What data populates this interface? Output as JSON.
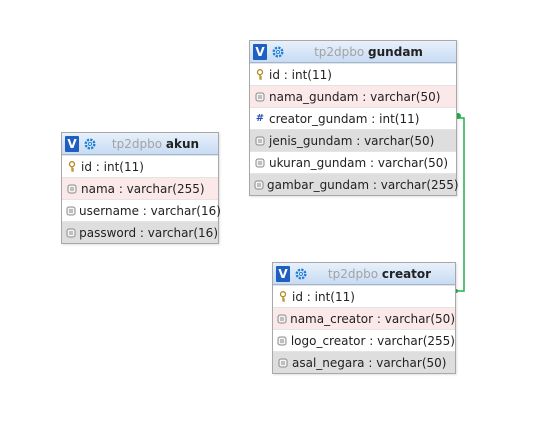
{
  "tables": {
    "gundam": {
      "db": "tp2dpbo",
      "name": "gundam",
      "columns": [
        {
          "label": "id : int(11)",
          "icon": "key-icon"
        },
        {
          "label": "nama_gundam : varchar(50)",
          "icon": "column-icon"
        },
        {
          "label": "creator_gundam : int(11)",
          "icon": "index-hash-icon"
        },
        {
          "label": "jenis_gundam : varchar(50)",
          "icon": "column-icon"
        },
        {
          "label": "ukuran_gundam : varchar(50)",
          "icon": "column-icon"
        },
        {
          "label": "gambar_gundam : varchar(255)",
          "icon": "column-icon"
        }
      ]
    },
    "akun": {
      "db": "tp2dpbo",
      "name": "akun",
      "columns": [
        {
          "label": "id : int(11)",
          "icon": "key-icon"
        },
        {
          "label": "nama : varchar(255)",
          "icon": "column-icon"
        },
        {
          "label": "username : varchar(16)",
          "icon": "column-icon"
        },
        {
          "label": "password : varchar(16)",
          "icon": "column-icon"
        }
      ]
    },
    "creator": {
      "db": "tp2dpbo",
      "name": "creator",
      "columns": [
        {
          "label": "id : int(11)",
          "icon": "key-icon"
        },
        {
          "label": "nama_creator : varchar(50)",
          "icon": "column-icon"
        },
        {
          "label": "logo_creator : varchar(255)",
          "icon": "column-icon"
        },
        {
          "label": "asal_negara : varchar(50)",
          "icon": "column-icon"
        }
      ]
    }
  },
  "toggle_label": "V",
  "relation_color": "#22b14c"
}
